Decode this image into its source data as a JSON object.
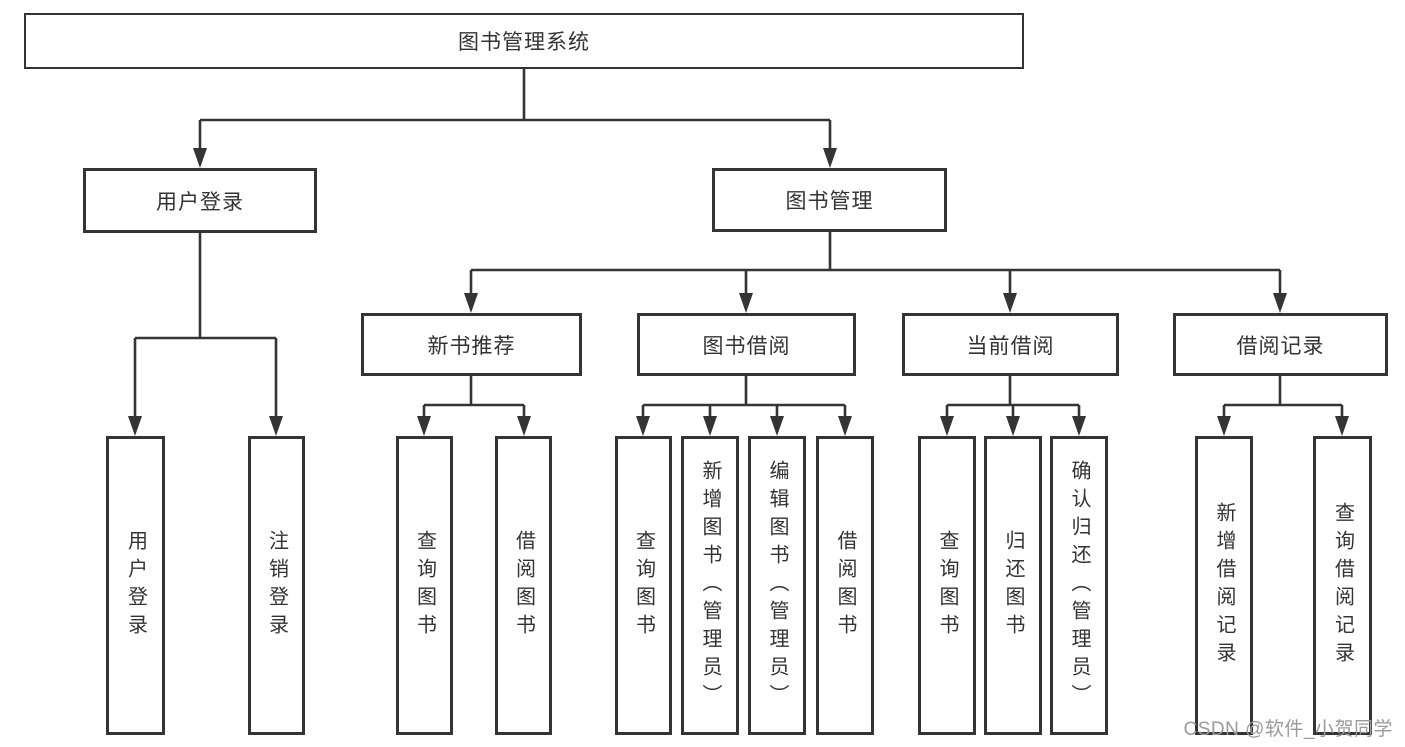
{
  "tree": {
    "root": "图书管理系统",
    "branches": [
      {
        "label": "用户登录",
        "children": [
          "用户登录",
          "注销登录"
        ]
      },
      {
        "label": "图书管理",
        "sections": [
          {
            "label": "新书推荐",
            "children": [
              "查询图书",
              "借阅图书"
            ]
          },
          {
            "label": "图书借阅",
            "children": [
              "查询图书",
              "新增图书（管理员）",
              "编辑图书（管理员）",
              "借阅图书"
            ]
          },
          {
            "label": "当前借阅",
            "children": [
              "查询图书",
              "归还图书",
              "确认归还（管理员）"
            ]
          },
          {
            "label": "借阅记录",
            "children": [
              "新增借阅记录",
              "查询借阅记录"
            ]
          }
        ]
      }
    ]
  },
  "watermark": "CSDN @软件_小贺同学",
  "colors": {
    "line": "#343434",
    "text": "#333333",
    "canvas": "#ffffff",
    "watermark": "#9a9a9a"
  }
}
